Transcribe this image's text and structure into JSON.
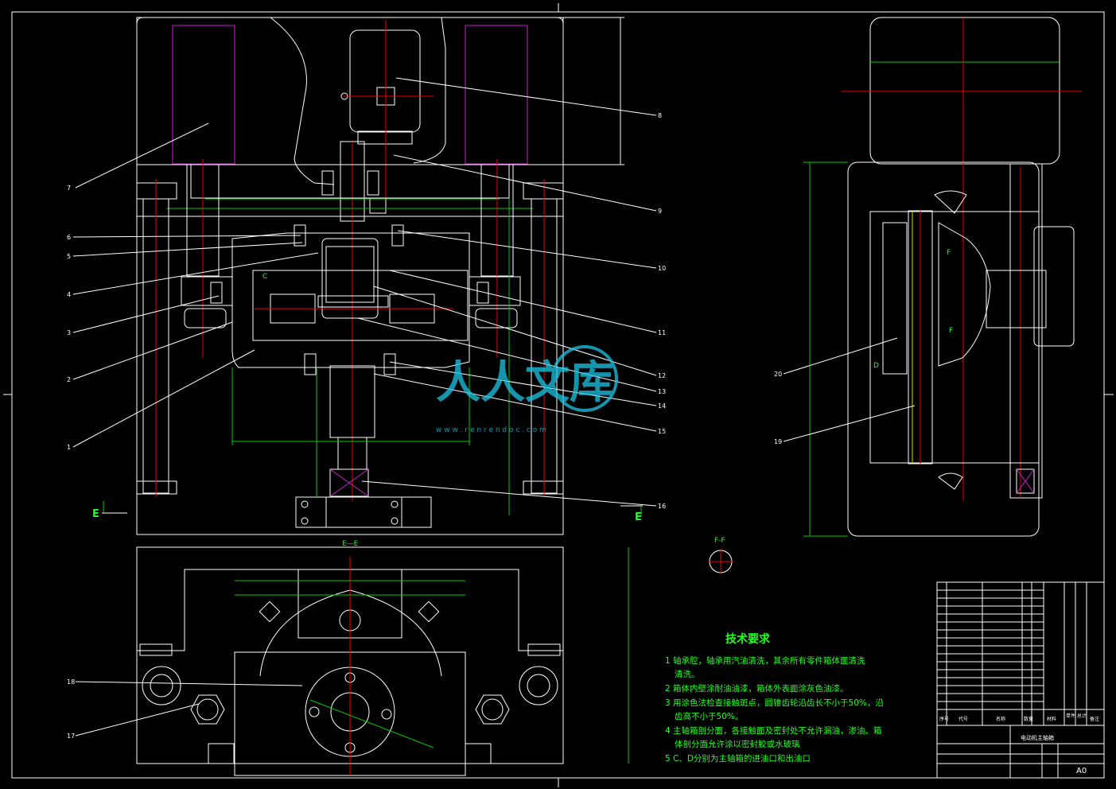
{
  "technical_requirements": {
    "title": "技术要求",
    "lines": [
      "1 轴承腔，轴承用汽油清洗，其余所有零件箱体面清洗",
      "清洗。",
      "2 箱体内壁涂耐油油漆，箱体外表面涂灰色油漆。",
      "3 用涂色法检查接触斑点，圆锥齿轮沿齿长不小于50%，沿",
      "齿高不小于50%。",
      "4 主轴箱剖分面，各接触面及密封处不允许漏油，渗油。箱",
      "体剖分面允许涂以密封胶或水玻璃",
      "5 C、D分别为主轴箱的进油口和出油口"
    ]
  },
  "view_labels": {
    "e_left": "E",
    "e_right": "E",
    "section_ee": "E—E",
    "section_ff": "F-F",
    "f_mark_a": "F",
    "f_mark_b": "F",
    "d_mark": "D",
    "c_mark": "C"
  },
  "left_part_numbers": [
    "7",
    "6",
    "5",
    "4",
    "3",
    "2",
    "1"
  ],
  "right_part_numbers": [
    "8",
    "9",
    "10",
    "11",
    "12",
    "13",
    "14",
    "15",
    "16"
  ],
  "lower_part_numbers": [
    "18",
    "17"
  ],
  "side_part_numbers": [
    "20",
    "19"
  ],
  "title_block": {
    "drawing_name": "电动机主轴箱",
    "sheet_size": "A0",
    "header_cells": [
      "序号",
      "代号",
      "名称",
      "数量",
      "材料",
      "单件",
      "总计",
      "备注"
    ]
  },
  "watermark": {
    "brand": "人人文库",
    "url": "w w w . r e n r e n d o c . c o m"
  },
  "colors": {
    "background": "#000000",
    "lines": "#ffffff",
    "centerline": "#e00000",
    "hidden": "#d21ed2",
    "dimension": "#00cc00",
    "text_green": "#22ff22",
    "watermark": "#1cc6e6"
  }
}
